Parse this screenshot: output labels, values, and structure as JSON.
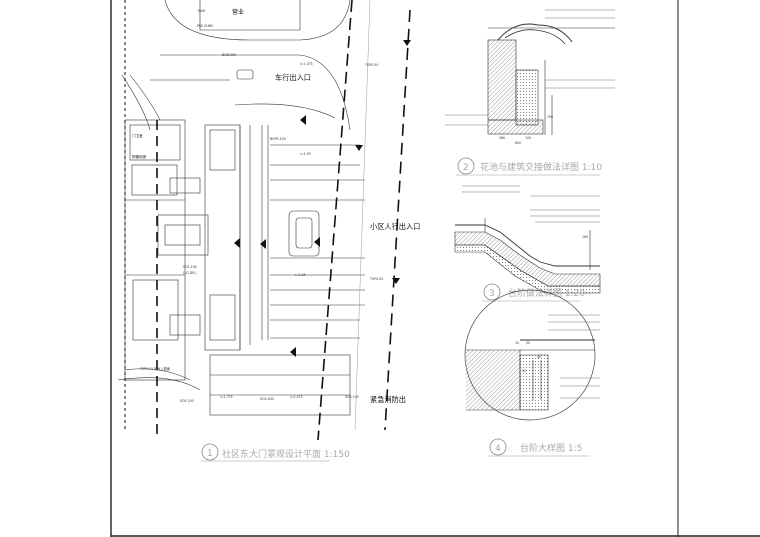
{
  "labels": {
    "vehicle_entrance": "车行出入口",
    "pedestrian_entrance": "小区人行出入口",
    "fire_exit": "紧急消防出",
    "top_label": "营业",
    "left_label_1": "门卫室",
    "left_label_2": "物管用房"
  },
  "details": [
    {
      "num": "1",
      "title": "社区东大门景观设计平面 1:150"
    },
    {
      "num": "2",
      "title": "花池与建筑交接做法详图 1:10"
    },
    {
      "num": "3",
      "title": "台阶做法详图 1:20"
    },
    {
      "num": "4",
      "title": "台阶大样图 1:5"
    }
  ],
  "dimensions": {
    "d_280": "280",
    "d_600": "600",
    "d_100": "100",
    "d_160": "160",
    "d_150": "150",
    "d_20": "20",
    "d_40": "40",
    "d_10": "10",
    "d_30": "30"
  },
  "colors": {
    "line": "#222222",
    "title": "#a8a8a8",
    "hatch": "#444444"
  }
}
